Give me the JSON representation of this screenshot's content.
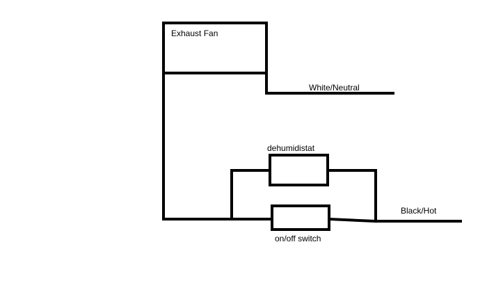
{
  "diagram": {
    "labels": {
      "fan": "Exhaust Fan",
      "neutral": "White/Neutral",
      "dehumidistat": "dehumidistat",
      "hot": "Black/Hot",
      "switch": "on/off switch"
    },
    "colors": {
      "line": "#000000",
      "background": "#ffffff"
    }
  }
}
